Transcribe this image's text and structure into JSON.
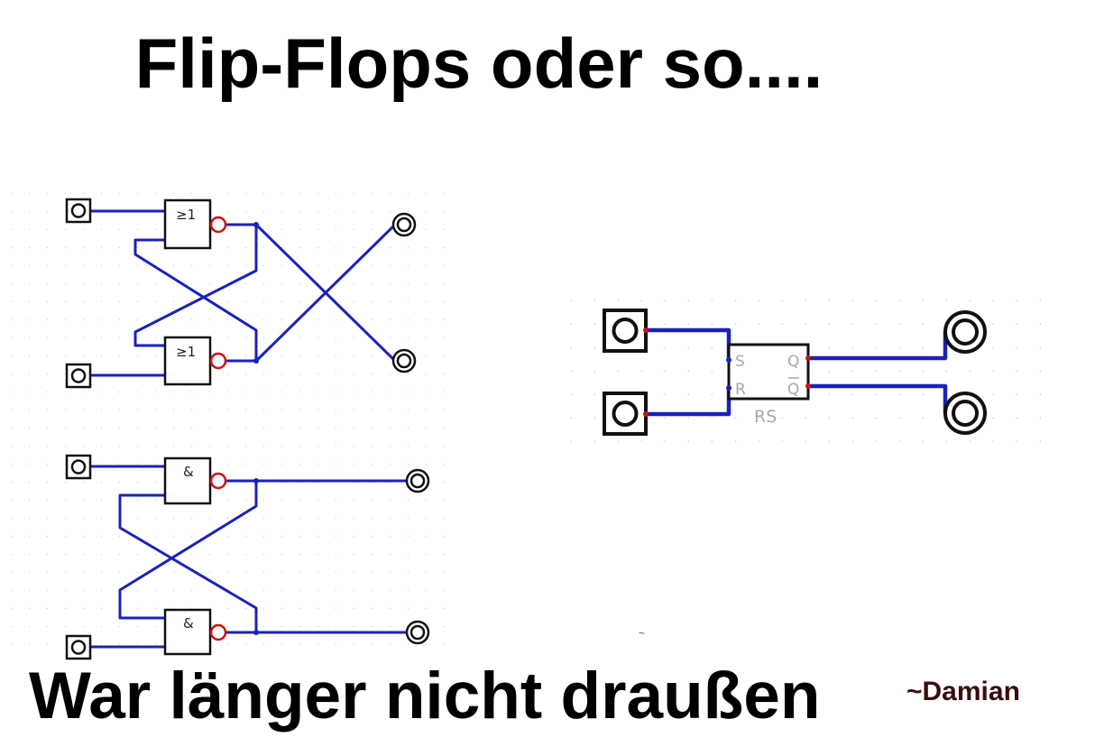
{
  "title": "Flip-Flops oder so....",
  "caption": "War länger nicht draußen",
  "signature": "~Damian",
  "stray_mark": "~",
  "colors": {
    "wire": "#1a22b8",
    "component_outline": "#111111",
    "pin_dot": "#cc1111",
    "grid_dot": "#c9c9c9",
    "signature": "#3a0d0d"
  },
  "circuits": {
    "nor_latch": {
      "gates": [
        "≥1",
        "≥1"
      ]
    },
    "nand_latch": {
      "gates": [
        "&",
        "&"
      ]
    },
    "rs_block": {
      "pins_left": [
        "S",
        "R"
      ],
      "pins_right": [
        "Q",
        "Q"
      ],
      "name": "RS"
    }
  },
  "icons": [
    "input-switch-icon",
    "output-lamp-icon",
    "inverter-bubble-icon"
  ]
}
